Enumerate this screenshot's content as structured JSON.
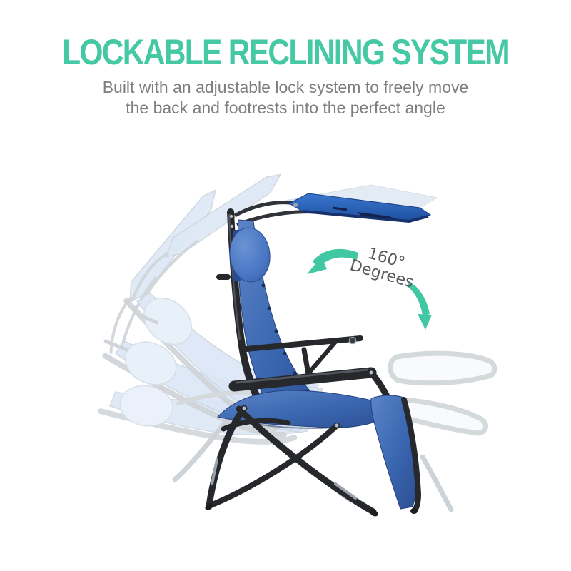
{
  "header": {
    "title": "LOCKABLE RECLINING SYSTEM",
    "subtitle_line1": "Built with an adjustable lock system to freely move",
    "subtitle_line2": "the back and footrests into the perfect angle"
  },
  "annotation": {
    "angle_value": "160°",
    "angle_unit": "Degrees"
  },
  "icons": {
    "left_arrow": "curved-arrow-left-icon",
    "down_arrow": "curved-arrow-down-icon"
  },
  "colors": {
    "accent_teal": "#3FC8A2",
    "title_teal": "#45C8A4",
    "subtitle_gray": "#7C7E80",
    "annotation_gray": "#57585A",
    "fabric_blue": "#3A66B0",
    "fabric_blue_dark": "#2C4E92",
    "canopy_blue": "#2E6CC4",
    "frame_dark": "#26282C",
    "ghost_fabric_blue": "#D6E3F4",
    "ghost_frame_gray": "#C9CED3"
  }
}
